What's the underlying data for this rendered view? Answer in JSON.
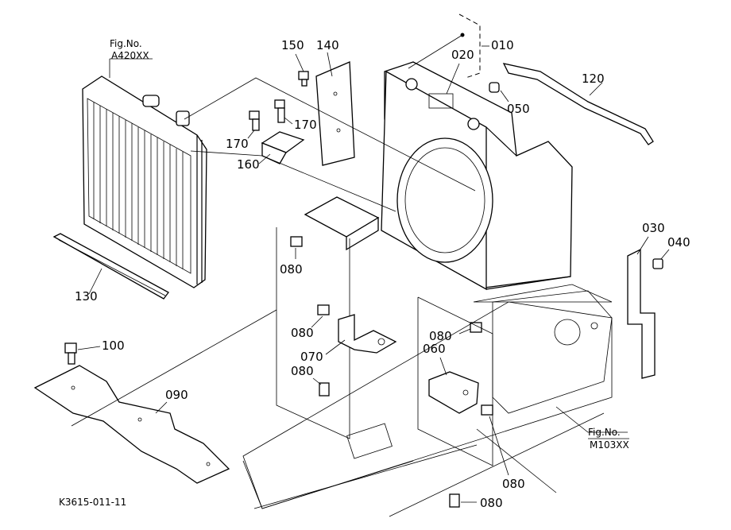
{
  "refs": {
    "fig_top": {
      "label": "Fig.No.",
      "code": "A420XX"
    },
    "fig_bottom": {
      "label": "Fig.No.",
      "code": "M103XX"
    }
  },
  "parts": {
    "p010": "010",
    "p020": "020",
    "p030": "030",
    "p040": "040",
    "p050": "050",
    "p060": "060",
    "p070": "070",
    "p080a": "080",
    "p080b": "080",
    "p080c": "080",
    "p080d": "080",
    "p080e": "080",
    "p080f": "080",
    "p090": "090",
    "p100": "100",
    "p120": "120",
    "p130": "130",
    "p140": "140",
    "p150": "150",
    "p160": "160",
    "p170a": "170",
    "p170b": "170"
  },
  "drawing_id": "K3615-011-11"
}
